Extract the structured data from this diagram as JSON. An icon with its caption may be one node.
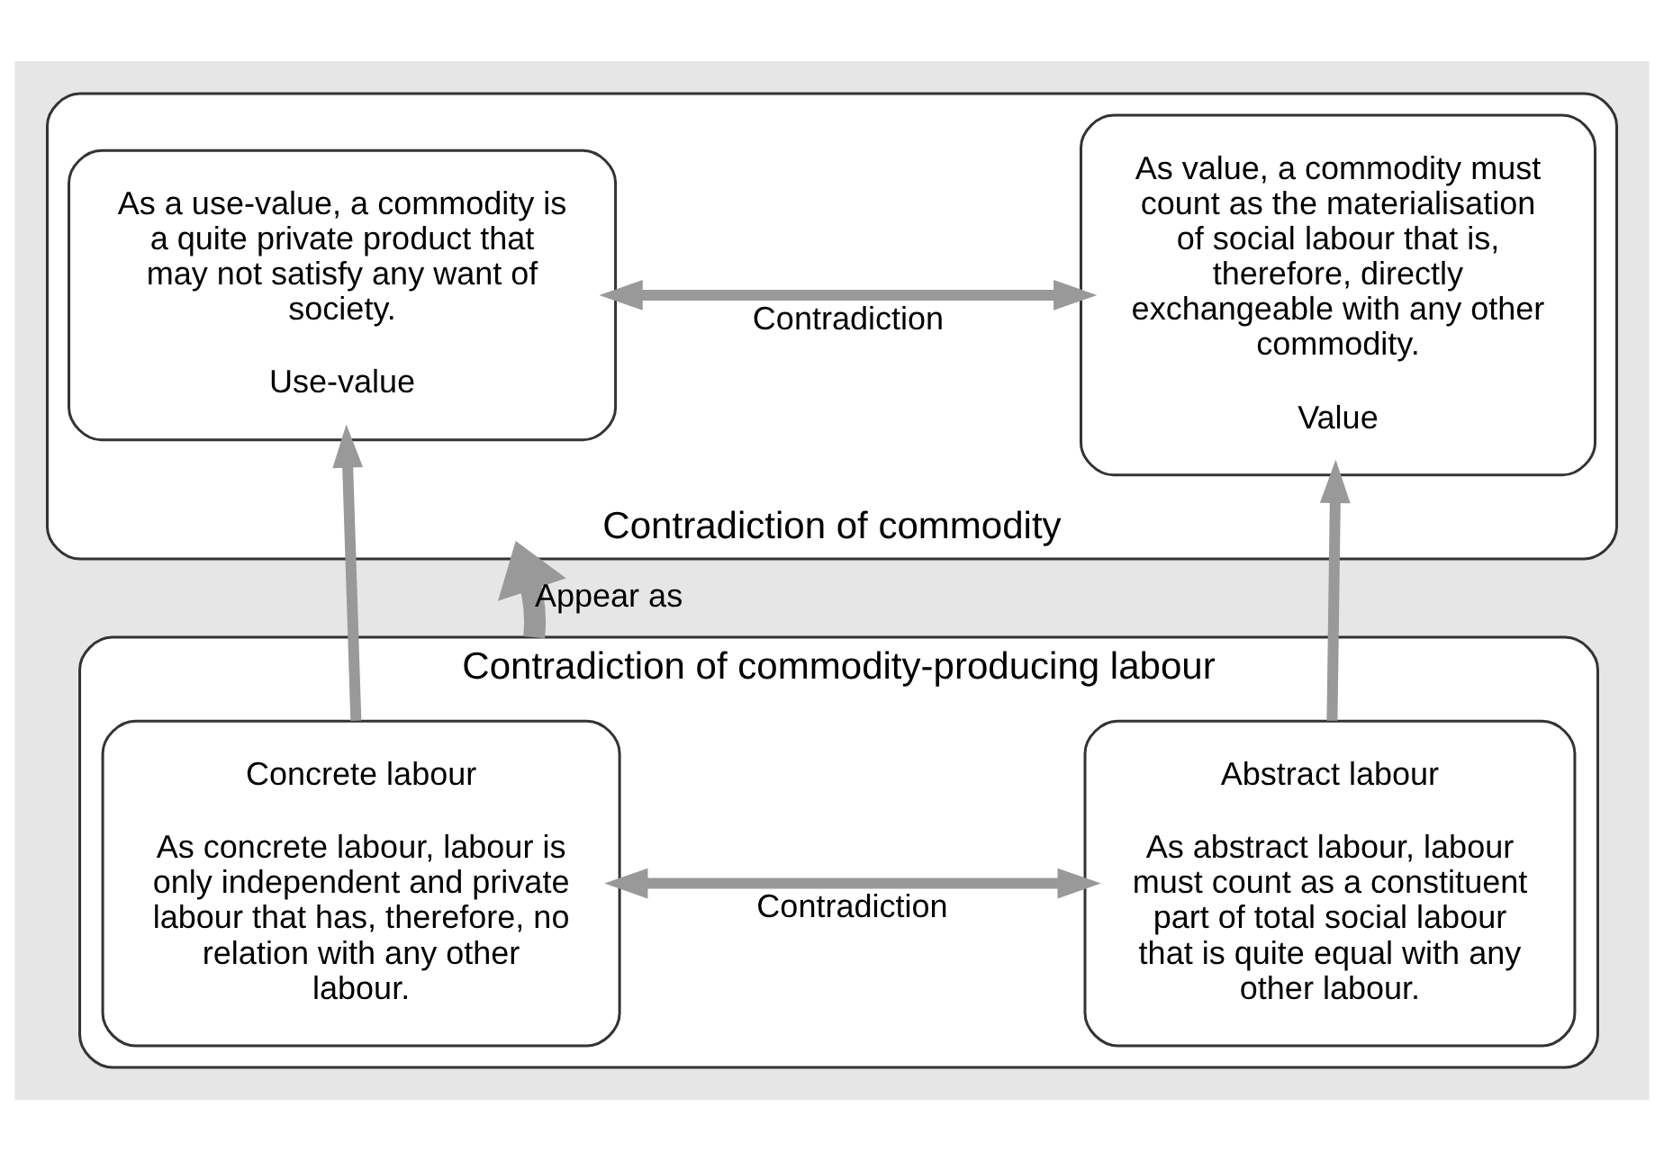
{
  "diagram": {
    "nodes": [
      {
        "text": [
          "Contradiction of commodity"
        ]
      },
      {
        "text": [
          "As a use-value, a commodity is a quite private product that may not satisfy any want of society.",
          "Use-value"
        ],
        "in": 0
      },
      {
        "text": [
          "As value, a commodity must count as the materialisation of social labour that is, therefore, directly exchangeable with any other commodity.",
          "Value"
        ],
        "in": 0
      },
      {
        "text": [
          "Contradiction of commodity-producing labour"
        ]
      },
      {
        "text": [
          "Concrete labour",
          "As concrete labour, labour is only independent and private labour that has, therefore, no relation with any other labour."
        ],
        "in": 3
      },
      {
        "text": [
          "Abstract labour",
          "As abstract labour, labour must count as a constituent part of total social labour that is quite equal with any other labour."
        ],
        "in": 3
      }
    ],
    "edges": [
      {
        "from": 1,
        "to": 2,
        "arrow": "both",
        "label": "Contradiction"
      },
      {
        "from": 4,
        "to": 1,
        "arrow": "to"
      },
      {
        "from": 3,
        "to": 0,
        "arrow": "to",
        "label": "Appear as",
        "style": "thick"
      },
      {
        "from": 5,
        "to": 2,
        "arrow": "to"
      },
      {
        "from": 4,
        "to": 5,
        "arrow": "both",
        "label": "Contradiction"
      }
    ]
  }
}
